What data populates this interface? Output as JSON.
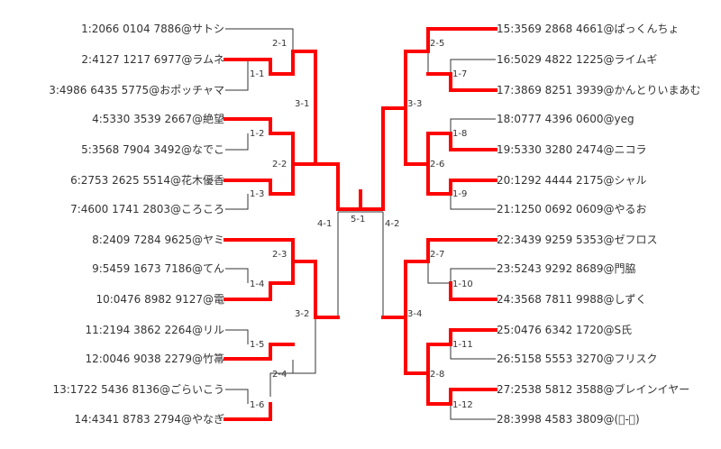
{
  "colors": {
    "winner_path": "#ff0000",
    "bracket_line": "#333333",
    "text": "#333333"
  },
  "left_players": [
    "1:2066 0104 7886@サトシ",
    "2:4127 1217 6977@ラムネ",
    "3:4986 6435 5775@おポッチャマ",
    "4:5330 3539 2667@絶望",
    "5:3568 7904 3492@なでこ",
    "6:2753 2625 5514@花木優香",
    "7:4600 1741 2803@ころころ",
    "8:2409 7284 9625@ヤミ",
    "9:5459 1673 7186@てん",
    "10:0476 8982 9127@電",
    "11:2194 3862 2264@リル",
    "12:0046 9038 2279@竹箒",
    "13:1722 5436 8136@ごらいこう",
    "14:4341 8783 2794@やなぎ"
  ],
  "right_players": [
    "15:3569 2868 4661@ぱっくんちょ",
    "16:5029 4822 1225@ライムギ",
    "17:3869 8251 3939@かんとりいまあむ",
    "18:0777 4396 0600@yeg",
    "19:5330 3280 2474@ニコラ",
    "20:1292 4444 2175@シャル",
    "21:1250 0692 0609@やるお",
    "22:3439 9259 5353@ゼフロス",
    "23:5243 9292 8689@門脇",
    "24:3568 7811 9988@しずく",
    "25:0476 6342 1720@S氏",
    "26:5158 5553 3270@フリスク",
    "27:2538 5812 3588@ブレインイヤー",
    "28:3998 4583 3809@(ﾟ-ﾟ)"
  ],
  "match_labels": {
    "m1_1": "1-1",
    "m1_2": "1-2",
    "m1_3": "1-3",
    "m1_4": "1-4",
    "m1_5": "1-5",
    "m1_6": "1-6",
    "m1_7": "1-7",
    "m1_8": "1-8",
    "m1_9": "1-9",
    "m1_10": "1-10",
    "m1_11": "1-11",
    "m1_12": "1-12",
    "m2_1": "2-1",
    "m2_2": "2-2",
    "m2_3": "2-3",
    "m2_4": "2-4",
    "m2_5": "2-5",
    "m2_6": "2-6",
    "m2_7": "2-7",
    "m2_8": "2-8",
    "m3_1": "3-1",
    "m3_2": "3-2",
    "m3_3": "3-3",
    "m3_4": "3-4",
    "m4_1": "4-1",
    "m4_2": "4-2",
    "m5_1": "5-1"
  }
}
